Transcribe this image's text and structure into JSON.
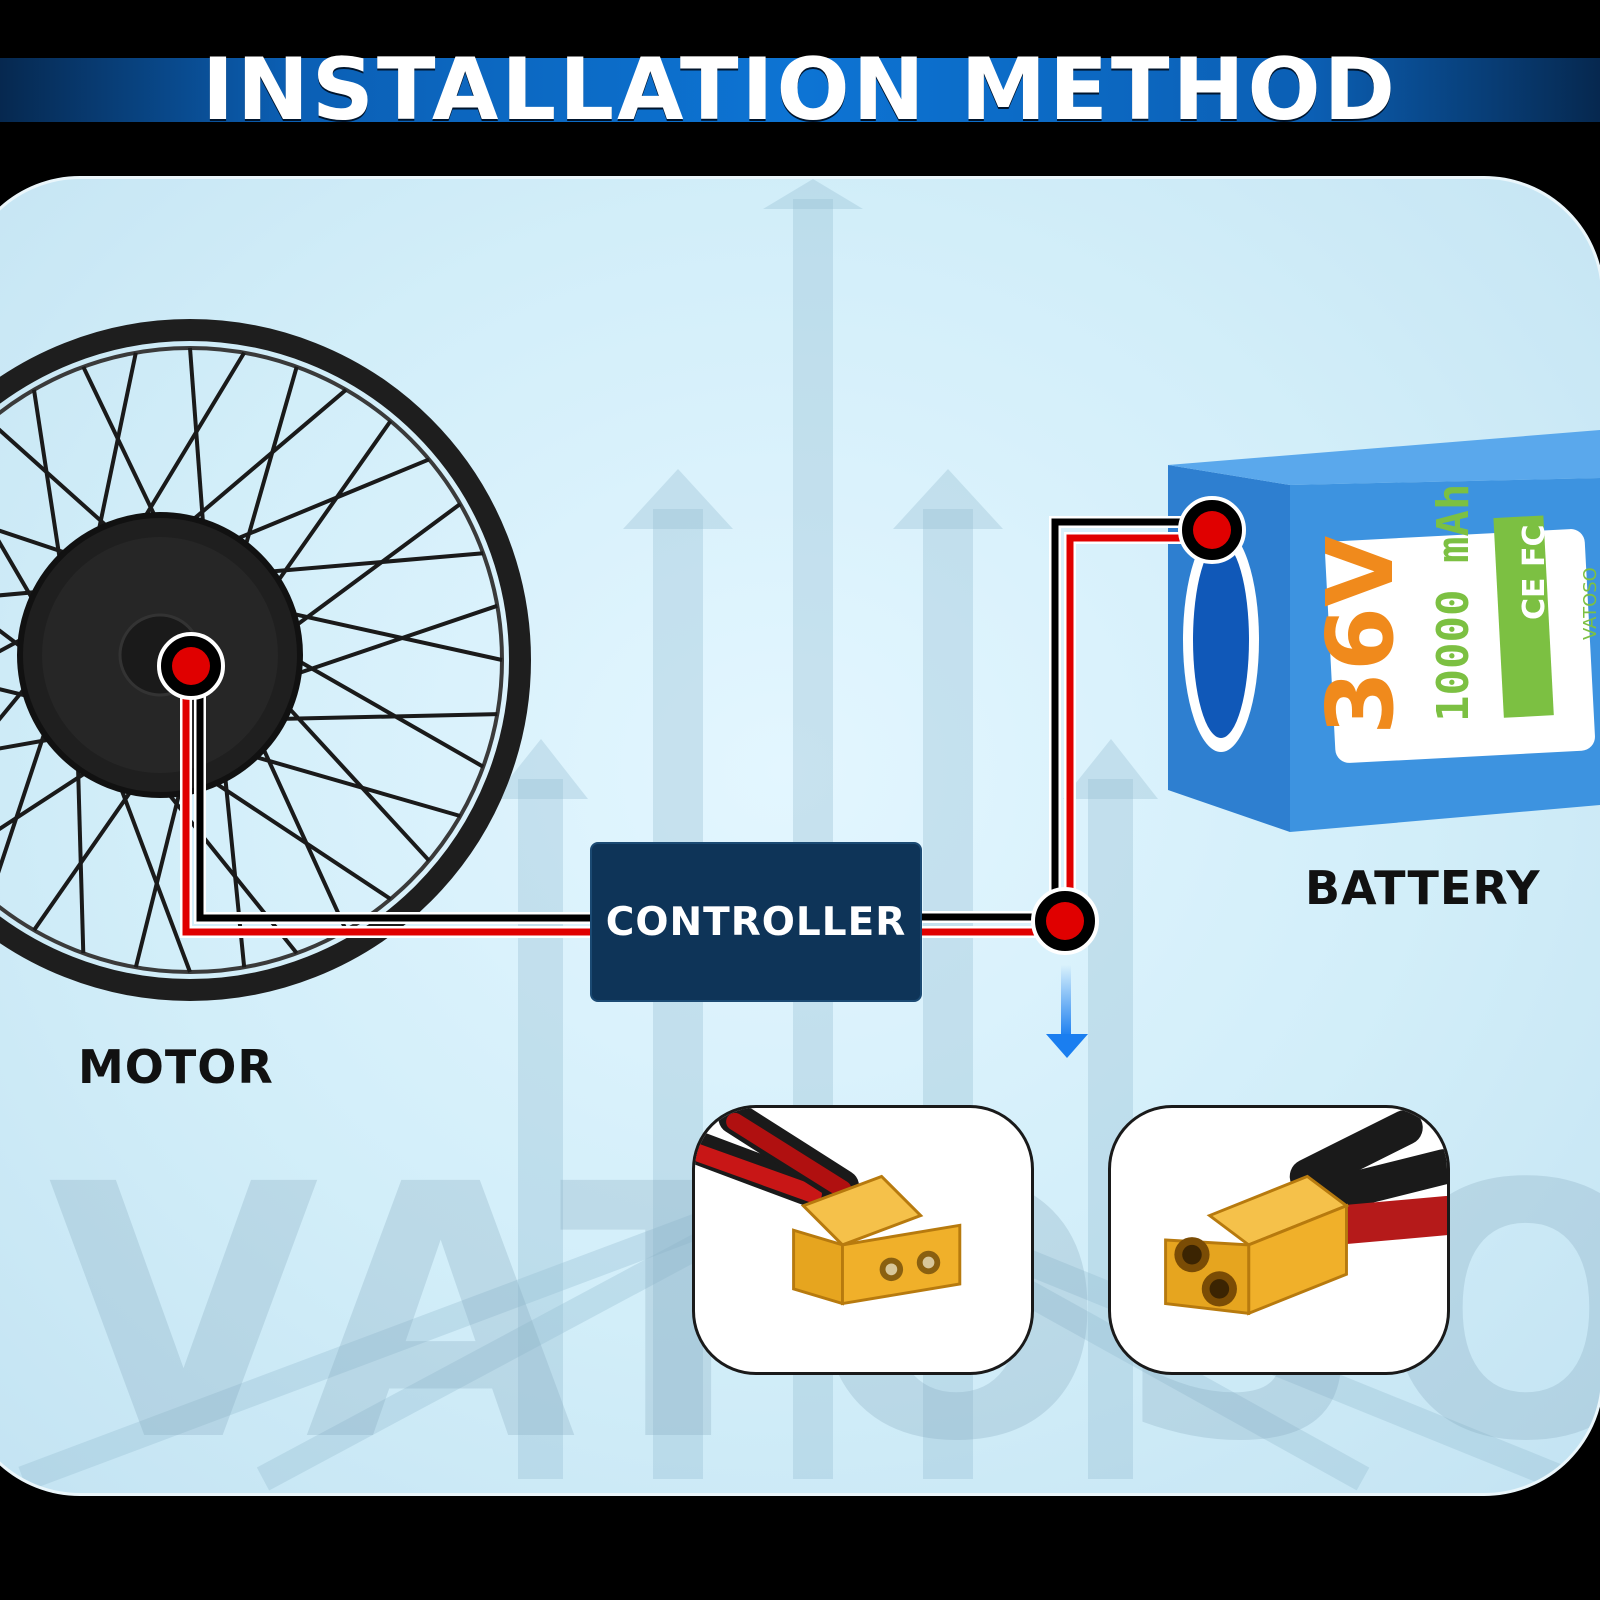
{
  "header": {
    "title": "INSTALLATION METHOD"
  },
  "labels": {
    "motor": "MOTOR",
    "controller": "CONTROLLER",
    "battery": "BATTERY"
  },
  "watermark": {
    "text": "VATOSO"
  },
  "battery": {
    "voltage": "36V",
    "capacity": "10000 mAh",
    "brand": "VATOSO",
    "certifications": "CE FC"
  },
  "colors": {
    "header_blue": "#0d74d4",
    "controller_navy": "#0e3458",
    "wire_red": "#e00000",
    "wire_black": "#000000",
    "battery_blue": "#3d93e0",
    "label_orange": "#f08a1c",
    "label_green": "#7cc042",
    "arrow_blue": "#1a7ef0",
    "connector_yellow": "#f0b02a"
  },
  "icons": {
    "down_arrow": "arrow-down-icon",
    "junction": "wire-junction-dot-icon"
  }
}
